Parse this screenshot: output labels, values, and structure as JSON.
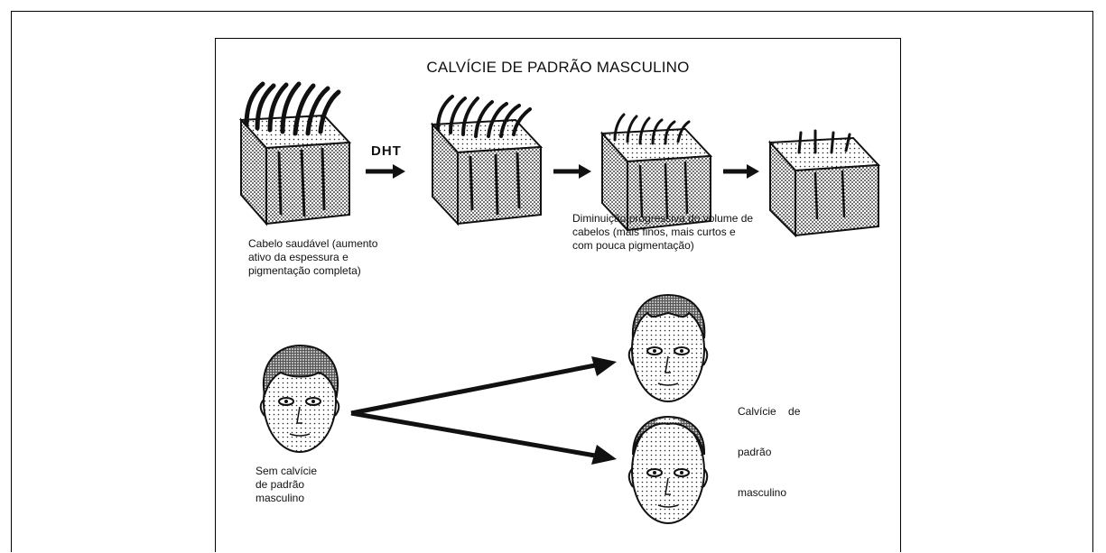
{
  "figure": {
    "title": "CALVÍCIE DE PADRÃO MASCULINO",
    "arrow_label": "DHT",
    "captions": {
      "healthy_hair": [
        "Cabelo saudável (aumento",
        "ativo da espessura e",
        "pigmentação completa)"
      ],
      "progressive_loss": [
        "Diminuição progressiva do volume de",
        "cabelos (mais finos, mais curtos e",
        "com pouca pigmentação)"
      ],
      "no_baldness": [
        "Sem calvície",
        "de padrão",
        "masculino"
      ],
      "baldness": [
        "Calvície    de",
        "padrão",
        "masculino"
      ]
    }
  },
  "icons": [
    "skin-block-healthy-hair-icon",
    "skin-block-thinning-hair-icon",
    "skin-block-sparse-hair-icon",
    "skin-block-minimal-hair-icon",
    "face-full-hair-icon",
    "face-receding-hairline-icon",
    "face-thinning-crown-icon"
  ],
  "colors": {
    "ink": "#111111",
    "background": "#ffffff"
  }
}
